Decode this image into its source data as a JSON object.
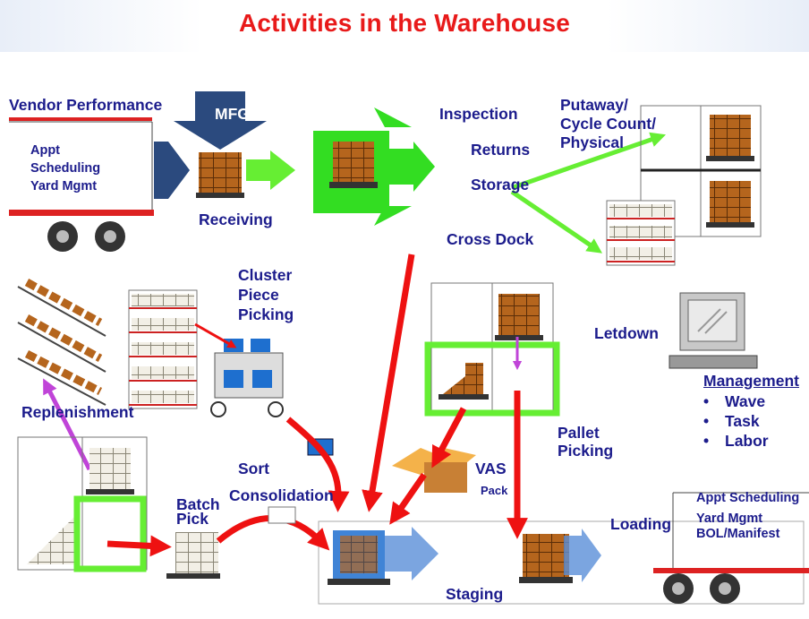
{
  "title": "Activities in the Warehouse",
  "labels": {
    "vendor_performance": "Vendor Performance",
    "mfg": "MFG",
    "appt": "Appt",
    "scheduling": "Scheduling",
    "yard_mgmt": "Yard Mgmt",
    "receiving": "Receiving",
    "inspection": "Inspection",
    "returns": "Returns",
    "storage": "Storage",
    "cross_dock": "Cross Dock",
    "putaway": "Putaway/",
    "cycle_count": "Cycle Count/",
    "physical": "Physical",
    "cluster": "Cluster",
    "piece": "Piece",
    "picking": "Picking",
    "replenishment": "Replenishment",
    "letdown": "Letdown",
    "pallet": "Pallet",
    "pallet_picking": "Picking",
    "sort": "Sort",
    "consolidation": "Consolidation",
    "batch": "Batch",
    "pick": "Pick",
    "vas": "VAS",
    "pack": "Pack",
    "loading": "Loading",
    "staging": "Staging",
    "appt_scheduling": "Appt Scheduling",
    "yard_mgmt_2": "Yard Mgmt",
    "bol_manifest": "BOL/Manifest"
  },
  "management": {
    "heading": "Management",
    "items": [
      "Wave",
      "Task",
      "Labor"
    ]
  },
  "colors": {
    "title": "#e81a1a",
    "label": "#1c1c8c",
    "flow_red": "#ee1111",
    "flow_green": "#66ee33",
    "dock_green": "#22cc22",
    "navy_arrow": "#2b4a7e",
    "box_brown": "#b5651d",
    "replenish_purple": "#b52ecf"
  }
}
